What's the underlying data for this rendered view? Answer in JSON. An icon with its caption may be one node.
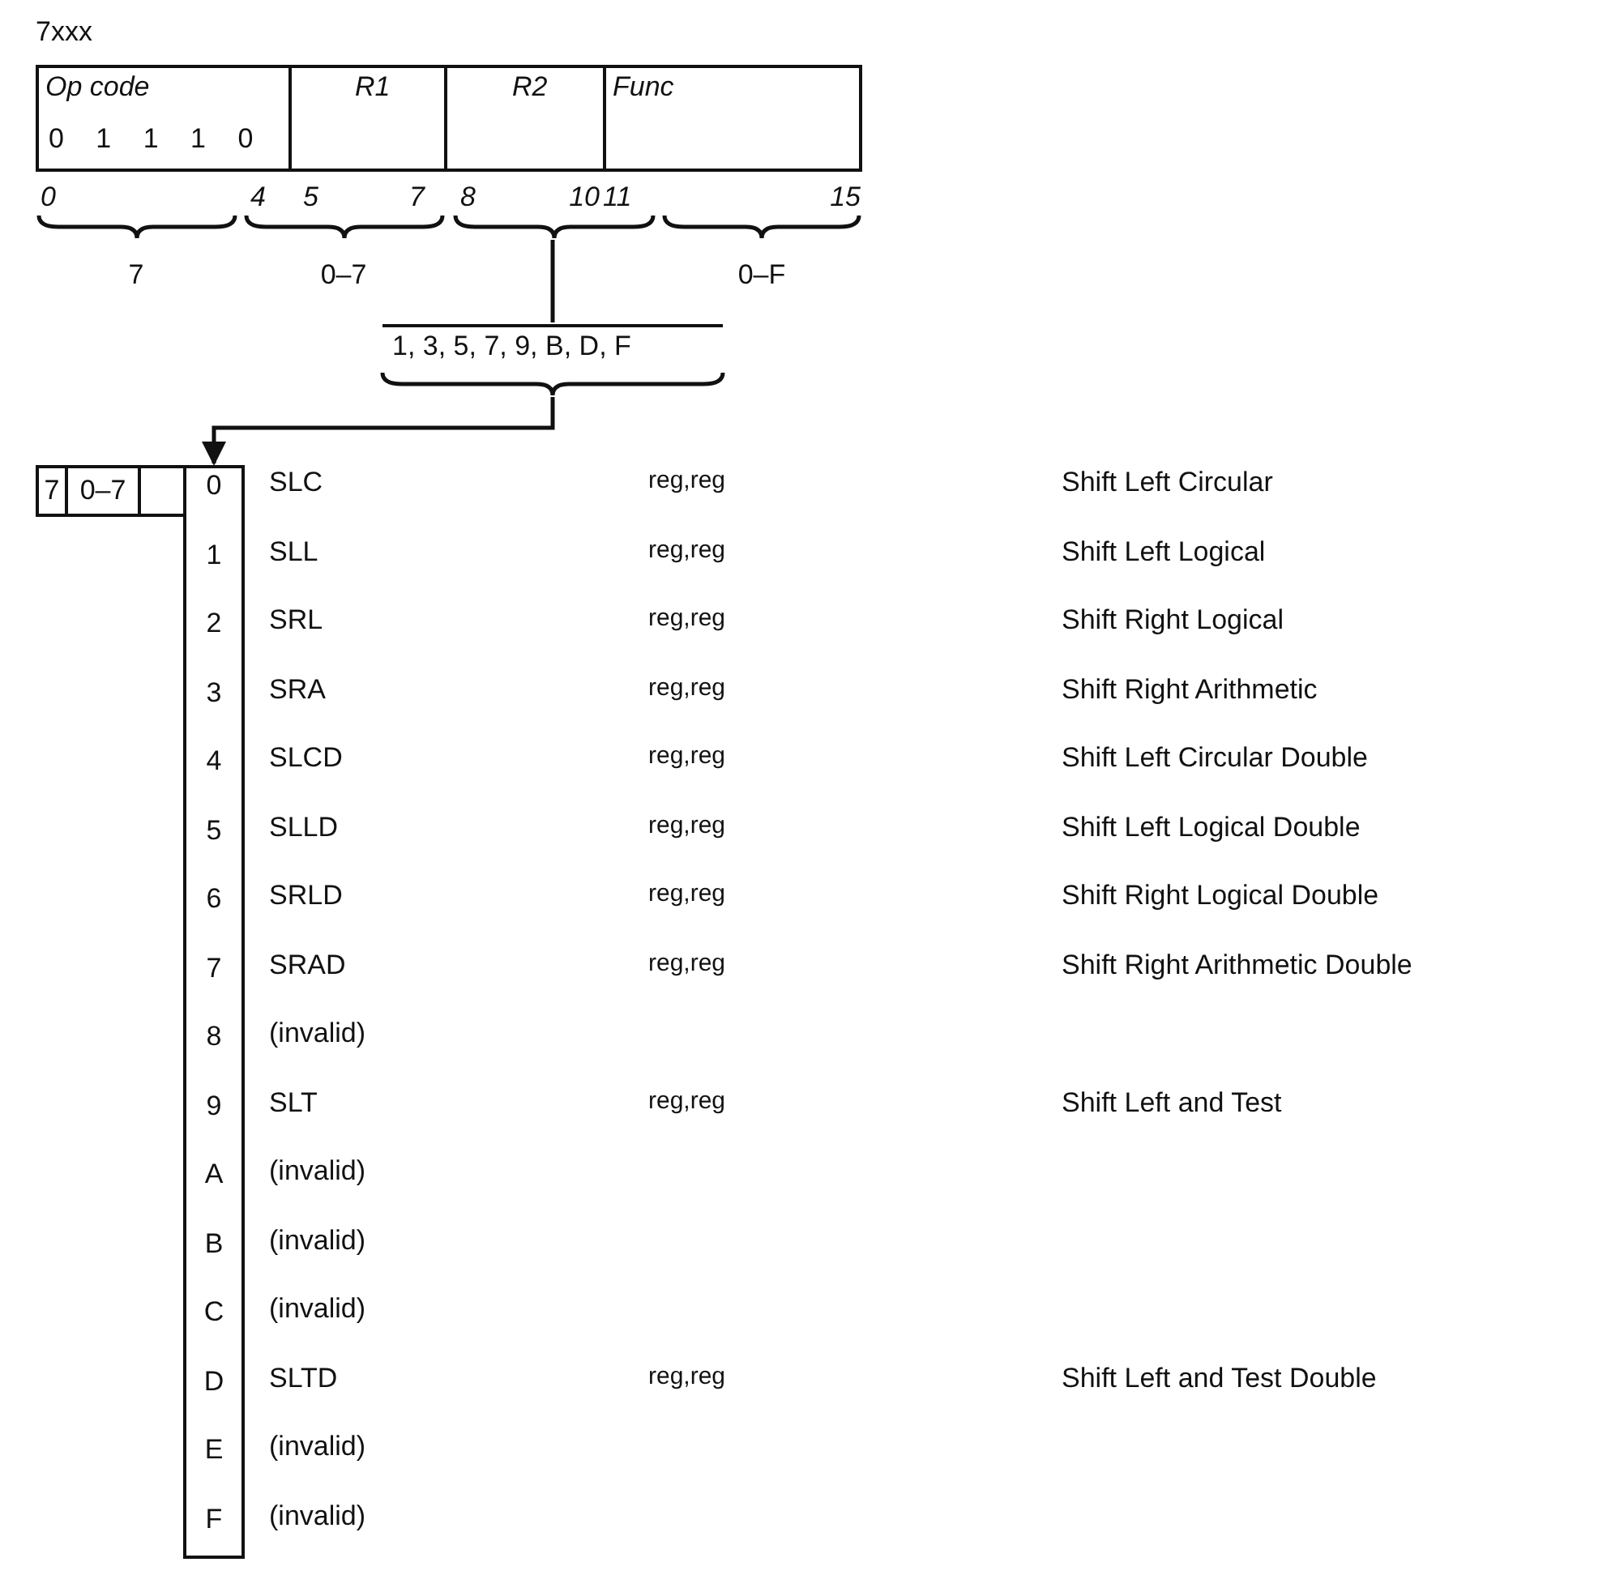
{
  "diagram": {
    "title": "7xxx",
    "nodes": [
      {
        "text": [
          "Op code",
          "0 1 1 1 0"
        ]
      },
      {
        "text": [
          "R1"
        ]
      },
      {
        "text": [
          "R2"
        ]
      },
      {
        "text": [
          "Func"
        ]
      },
      {
        "text": [
          "1, 3, 5, 7, 9, B, D, F"
        ]
      },
      {
        "text": [
          "7"
        ]
      },
      {
        "text": [
          "0–7"
        ]
      },
      {
        "text": [],
        "shape": "box"
      },
      {
        "text": [
          "0",
          "1",
          "2",
          "3",
          "4",
          "5",
          "6",
          "7",
          "8",
          "9",
          "A",
          "B",
          "C",
          "D",
          "E",
          "F"
        ]
      }
    ],
    "edges": [
      {
        "from": 2,
        "to": 4,
        "arrow": "none"
      },
      {
        "from": 4,
        "to": 8,
        "arrow": "to"
      }
    ],
    "labels": [
      "0",
      "4",
      "5",
      "7",
      "8",
      "10",
      "11",
      "15",
      "7",
      "0–7",
      "0–F",
      "SLC",
      "reg,reg",
      "Shift Left Circular",
      "SLL",
      "reg,reg",
      "Shift Left Logical",
      "SRL",
      "reg,reg",
      "Shift Right Logical",
      "SRA",
      "reg,reg",
      "Shift Right Arithmetic",
      "SLCD",
      "reg,reg",
      "Shift Left Circular Double",
      "SLLD",
      "reg,reg",
      "Shift Left Logical Double",
      "SRLD",
      "reg,reg",
      "Shift Right Logical Double",
      "SRAD",
      "reg,reg",
      "Shift Right Arithmetic Double",
      "(invalid)",
      "SLT",
      "reg,reg",
      "Shift Left and Test",
      "(invalid)",
      "(invalid)",
      "(invalid)",
      "SLTD",
      "reg,reg",
      "Shift Left and Test Double",
      "(invalid)",
      "(invalid)"
    ]
  }
}
